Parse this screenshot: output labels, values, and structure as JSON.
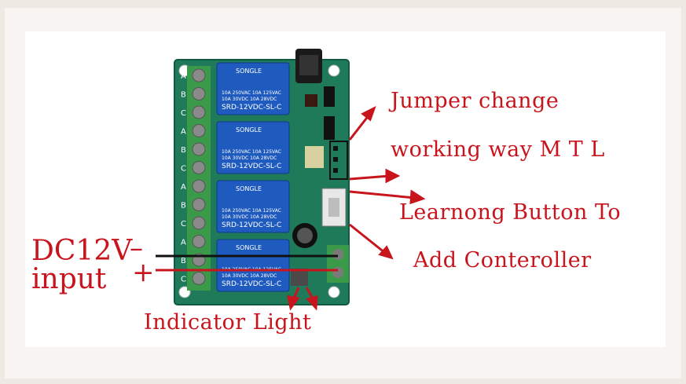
{
  "labels": {
    "jumper_line1": "Jumper change",
    "jumper_line2": "working way M T L",
    "learning_line1": "Learnong Button To",
    "learning_line2": "Add Conteroller",
    "power_line1": "DC12V",
    "power_line2": "input",
    "minus": "–",
    "plus": "+",
    "indicator": "Indicator Light"
  },
  "relay_text": {
    "brand": "SONGLE",
    "rating1": "10A 250VAC  10A 125VAC",
    "rating2": "10A 30VDC  10A 28VDC",
    "model": "SRD-12VDC-SL-C"
  },
  "terminal_letters": [
    "A",
    "B",
    "C",
    "A",
    "B",
    "C",
    "A",
    "B",
    "C",
    "A",
    "B",
    "C"
  ],
  "colors": {
    "annotation": "#c8141c",
    "board": "#1f7a5a",
    "relay": "#1f5bbf",
    "terminal": "#3a9a4a"
  }
}
